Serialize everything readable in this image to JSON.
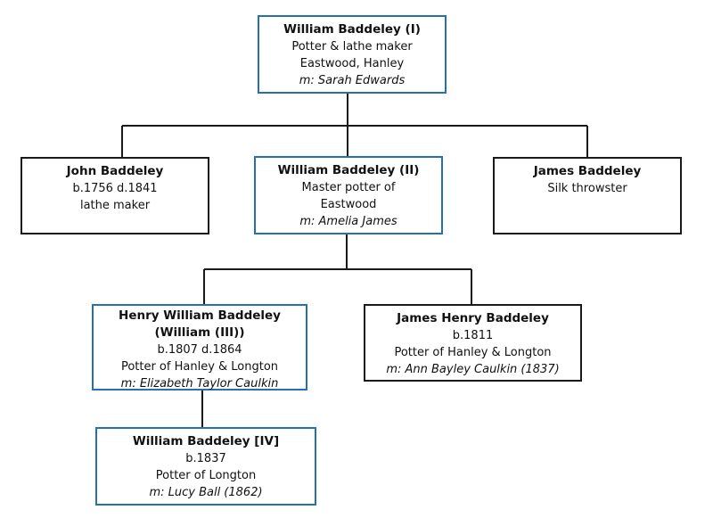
{
  "colors": {
    "highlight_border": "#2670B0",
    "default_border": "#1a1a1a",
    "connector_line": "#1a1a1a",
    "background": "#ffffff"
  },
  "persons": {
    "william1": {
      "name": "William Baddeley (I)",
      "details": [
        "Potter & lathe maker",
        "Eastwood, Hanley"
      ],
      "marriage": "m: Sarah Edwards"
    },
    "john": {
      "name": "John Baddeley",
      "details": [
        "b.1756 d.1841",
        "lathe maker"
      ]
    },
    "william2": {
      "name": "William Baddeley (II)",
      "details": [
        "Master potter of",
        "Eastwood"
      ],
      "marriage": "m: Amelia James"
    },
    "james": {
      "name": "James Baddeley",
      "details": [
        "Silk throwster"
      ]
    },
    "henry_william3": {
      "name": "Henry William Baddeley",
      "name2": "(William (III))",
      "details": [
        "b.1807 d.1864",
        "Potter of Hanley & Longton"
      ],
      "marriage": "m: Elizabeth Taylor Caulkin"
    },
    "james_henry": {
      "name": "James Henry Baddeley",
      "details": [
        "b.1811",
        "Potter of Hanley & Longton"
      ],
      "marriage": "m: Ann Bayley Caulkin (1837)"
    },
    "william4": {
      "name": "William Baddeley [IV]",
      "details": [
        "b.1837",
        "Potter of Longton"
      ],
      "marriage": "m: Lucy Ball (1862)"
    }
  }
}
